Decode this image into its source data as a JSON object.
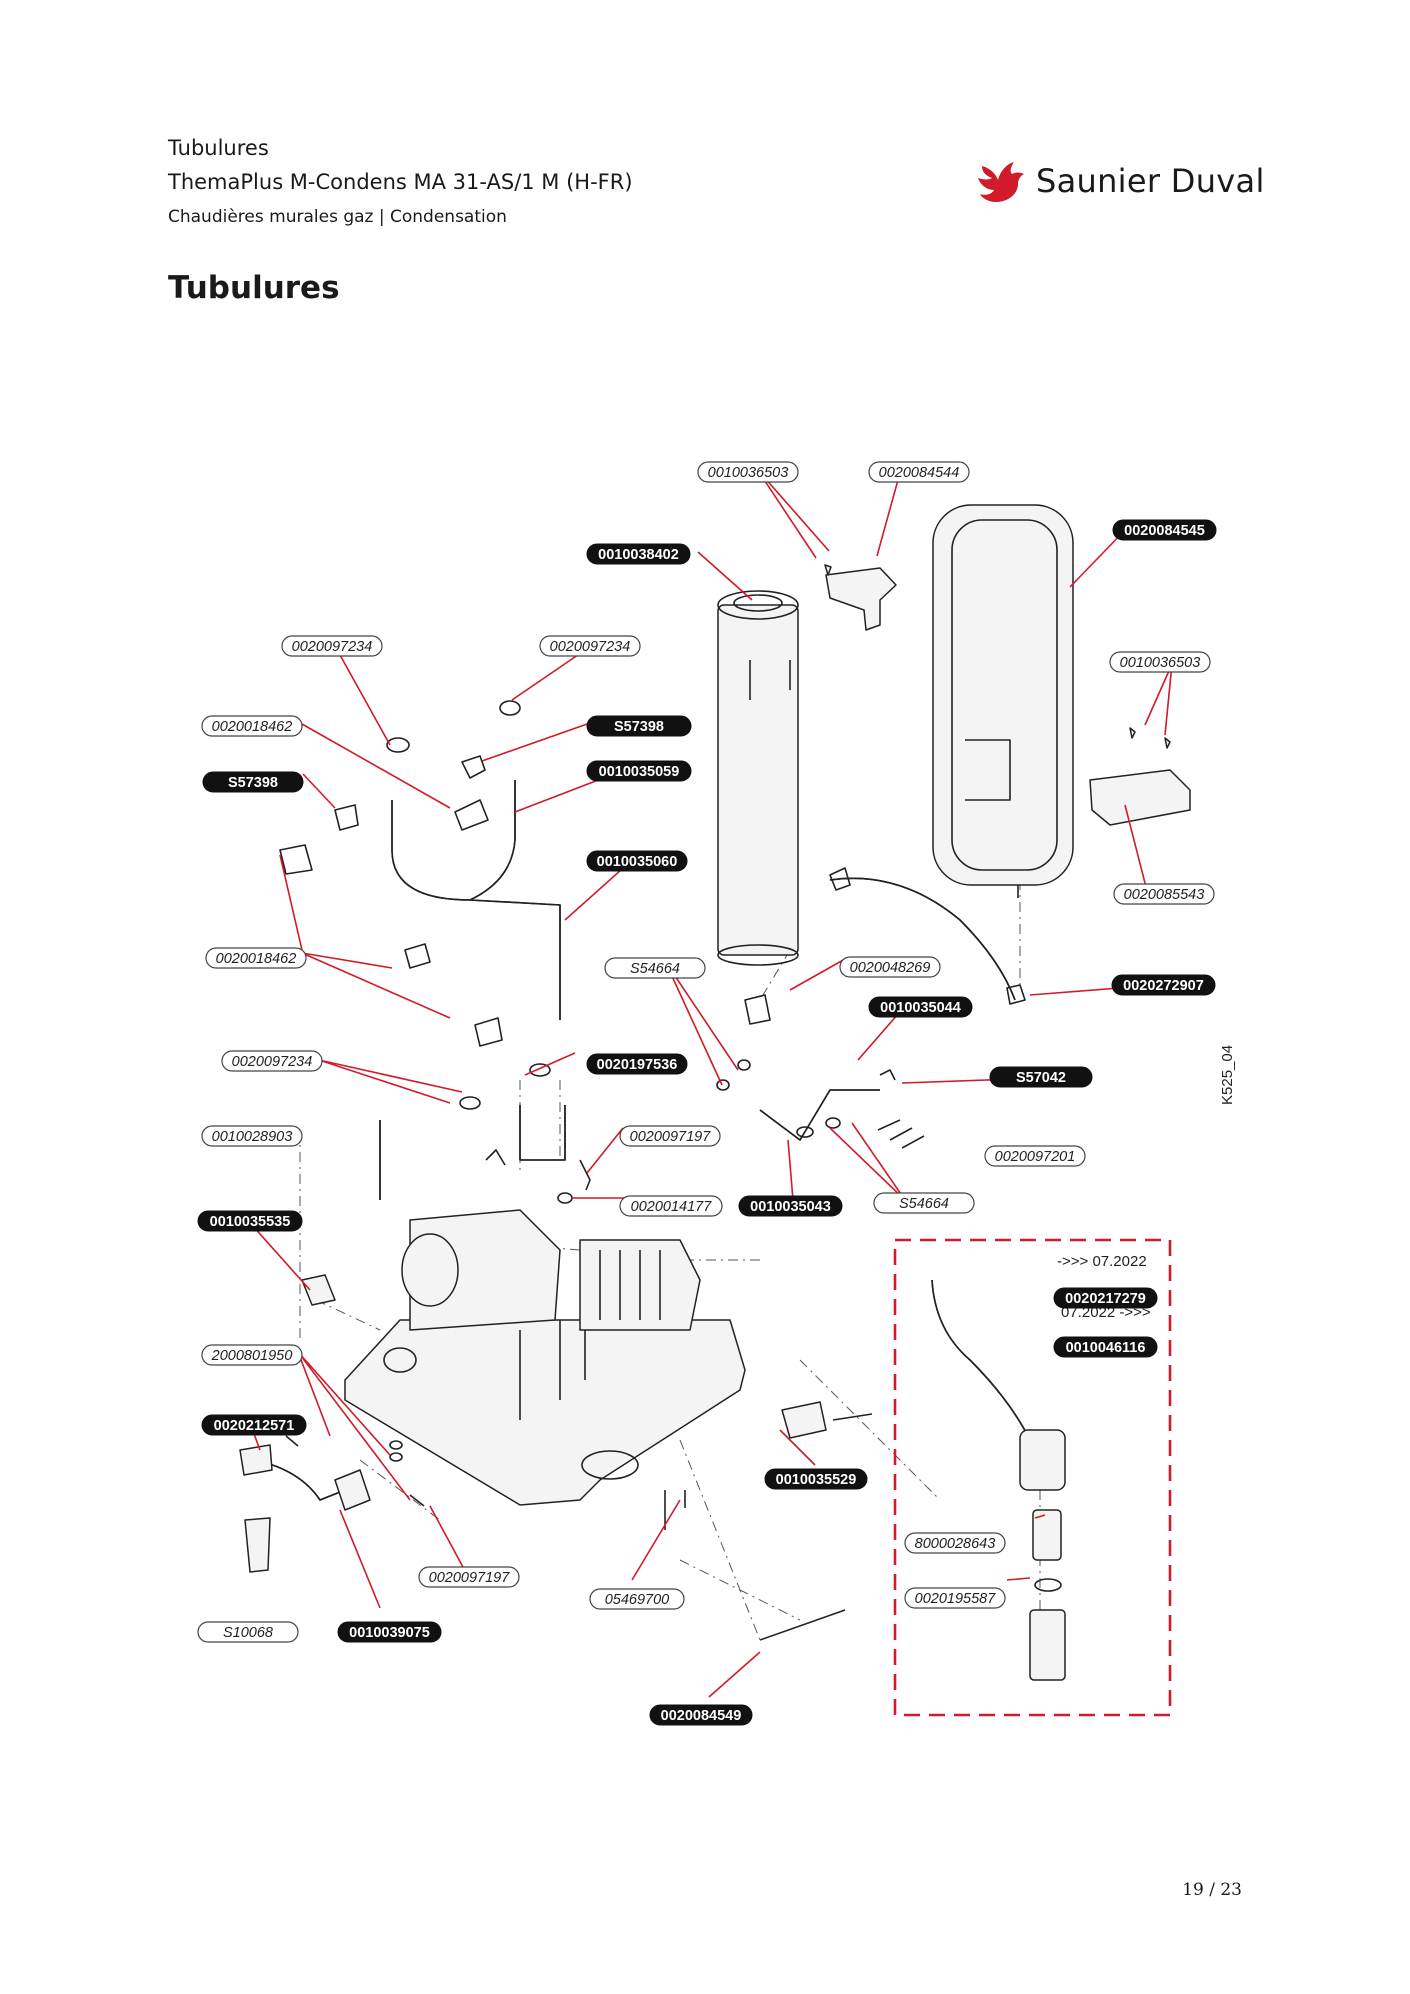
{
  "header": {
    "section": "Tubulures",
    "model": "ThemaPlus M-Condens MA 31-AS/1 M (H-FR)",
    "category": "Chaudières murales gaz | Condensation"
  },
  "brand": {
    "name": "Saunier Duval",
    "color": "#d11a2a"
  },
  "page_title": "Tubulures",
  "page_number": "19 / 23",
  "diagram": {
    "figure_id": "K525_04",
    "inset_notes": {
      "before": "->>> 07.2022",
      "after": "07.2022 ->>>"
    },
    "labels": [
      {
        "text": "0010036503",
        "style": "outline"
      },
      {
        "text": "0020084544",
        "style": "outline"
      },
      {
        "text": "0020084545",
        "style": "filled"
      },
      {
        "text": "0010038402",
        "style": "filled"
      },
      {
        "text": "0020097234",
        "style": "outline"
      },
      {
        "text": "0020097234",
        "style": "outline"
      },
      {
        "text": "0010036503",
        "style": "outline"
      },
      {
        "text": "0020018462",
        "style": "outline"
      },
      {
        "text": "S57398",
        "style": "filled"
      },
      {
        "text": "S57398",
        "style": "filled"
      },
      {
        "text": "0010035059",
        "style": "filled"
      },
      {
        "text": "0010035060",
        "style": "filled"
      },
      {
        "text": "0020085543",
        "style": "outline"
      },
      {
        "text": "0020018462",
        "style": "outline"
      },
      {
        "text": "S54664",
        "style": "outline"
      },
      {
        "text": "0020048269",
        "style": "outline"
      },
      {
        "text": "0020272907",
        "style": "filled"
      },
      {
        "text": "0010035044",
        "style": "filled"
      },
      {
        "text": "0020097234",
        "style": "outline"
      },
      {
        "text": "0020197536",
        "style": "filled"
      },
      {
        "text": "S57042",
        "style": "filled"
      },
      {
        "text": "0010028903",
        "style": "outline"
      },
      {
        "text": "0020097197",
        "style": "outline"
      },
      {
        "text": "0020097201",
        "style": "outline"
      },
      {
        "text": "0010035535",
        "style": "filled"
      },
      {
        "text": "0020014177",
        "style": "outline"
      },
      {
        "text": "0010035043",
        "style": "filled"
      },
      {
        "text": "S54664",
        "style": "outline"
      },
      {
        "text": "0020217279",
        "style": "filled"
      },
      {
        "text": "0010046116",
        "style": "filled"
      },
      {
        "text": "2000801950",
        "style": "outline"
      },
      {
        "text": "0020212571",
        "style": "filled"
      },
      {
        "text": "0010035529",
        "style": "filled"
      },
      {
        "text": "8000028643",
        "style": "outline"
      },
      {
        "text": "0020097197",
        "style": "outline"
      },
      {
        "text": "0020195587",
        "style": "outline"
      },
      {
        "text": "05469700",
        "style": "outline"
      },
      {
        "text": "S10068",
        "style": "outline"
      },
      {
        "text": "0010039075",
        "style": "filled"
      },
      {
        "text": "0020084549",
        "style": "filled"
      }
    ]
  }
}
